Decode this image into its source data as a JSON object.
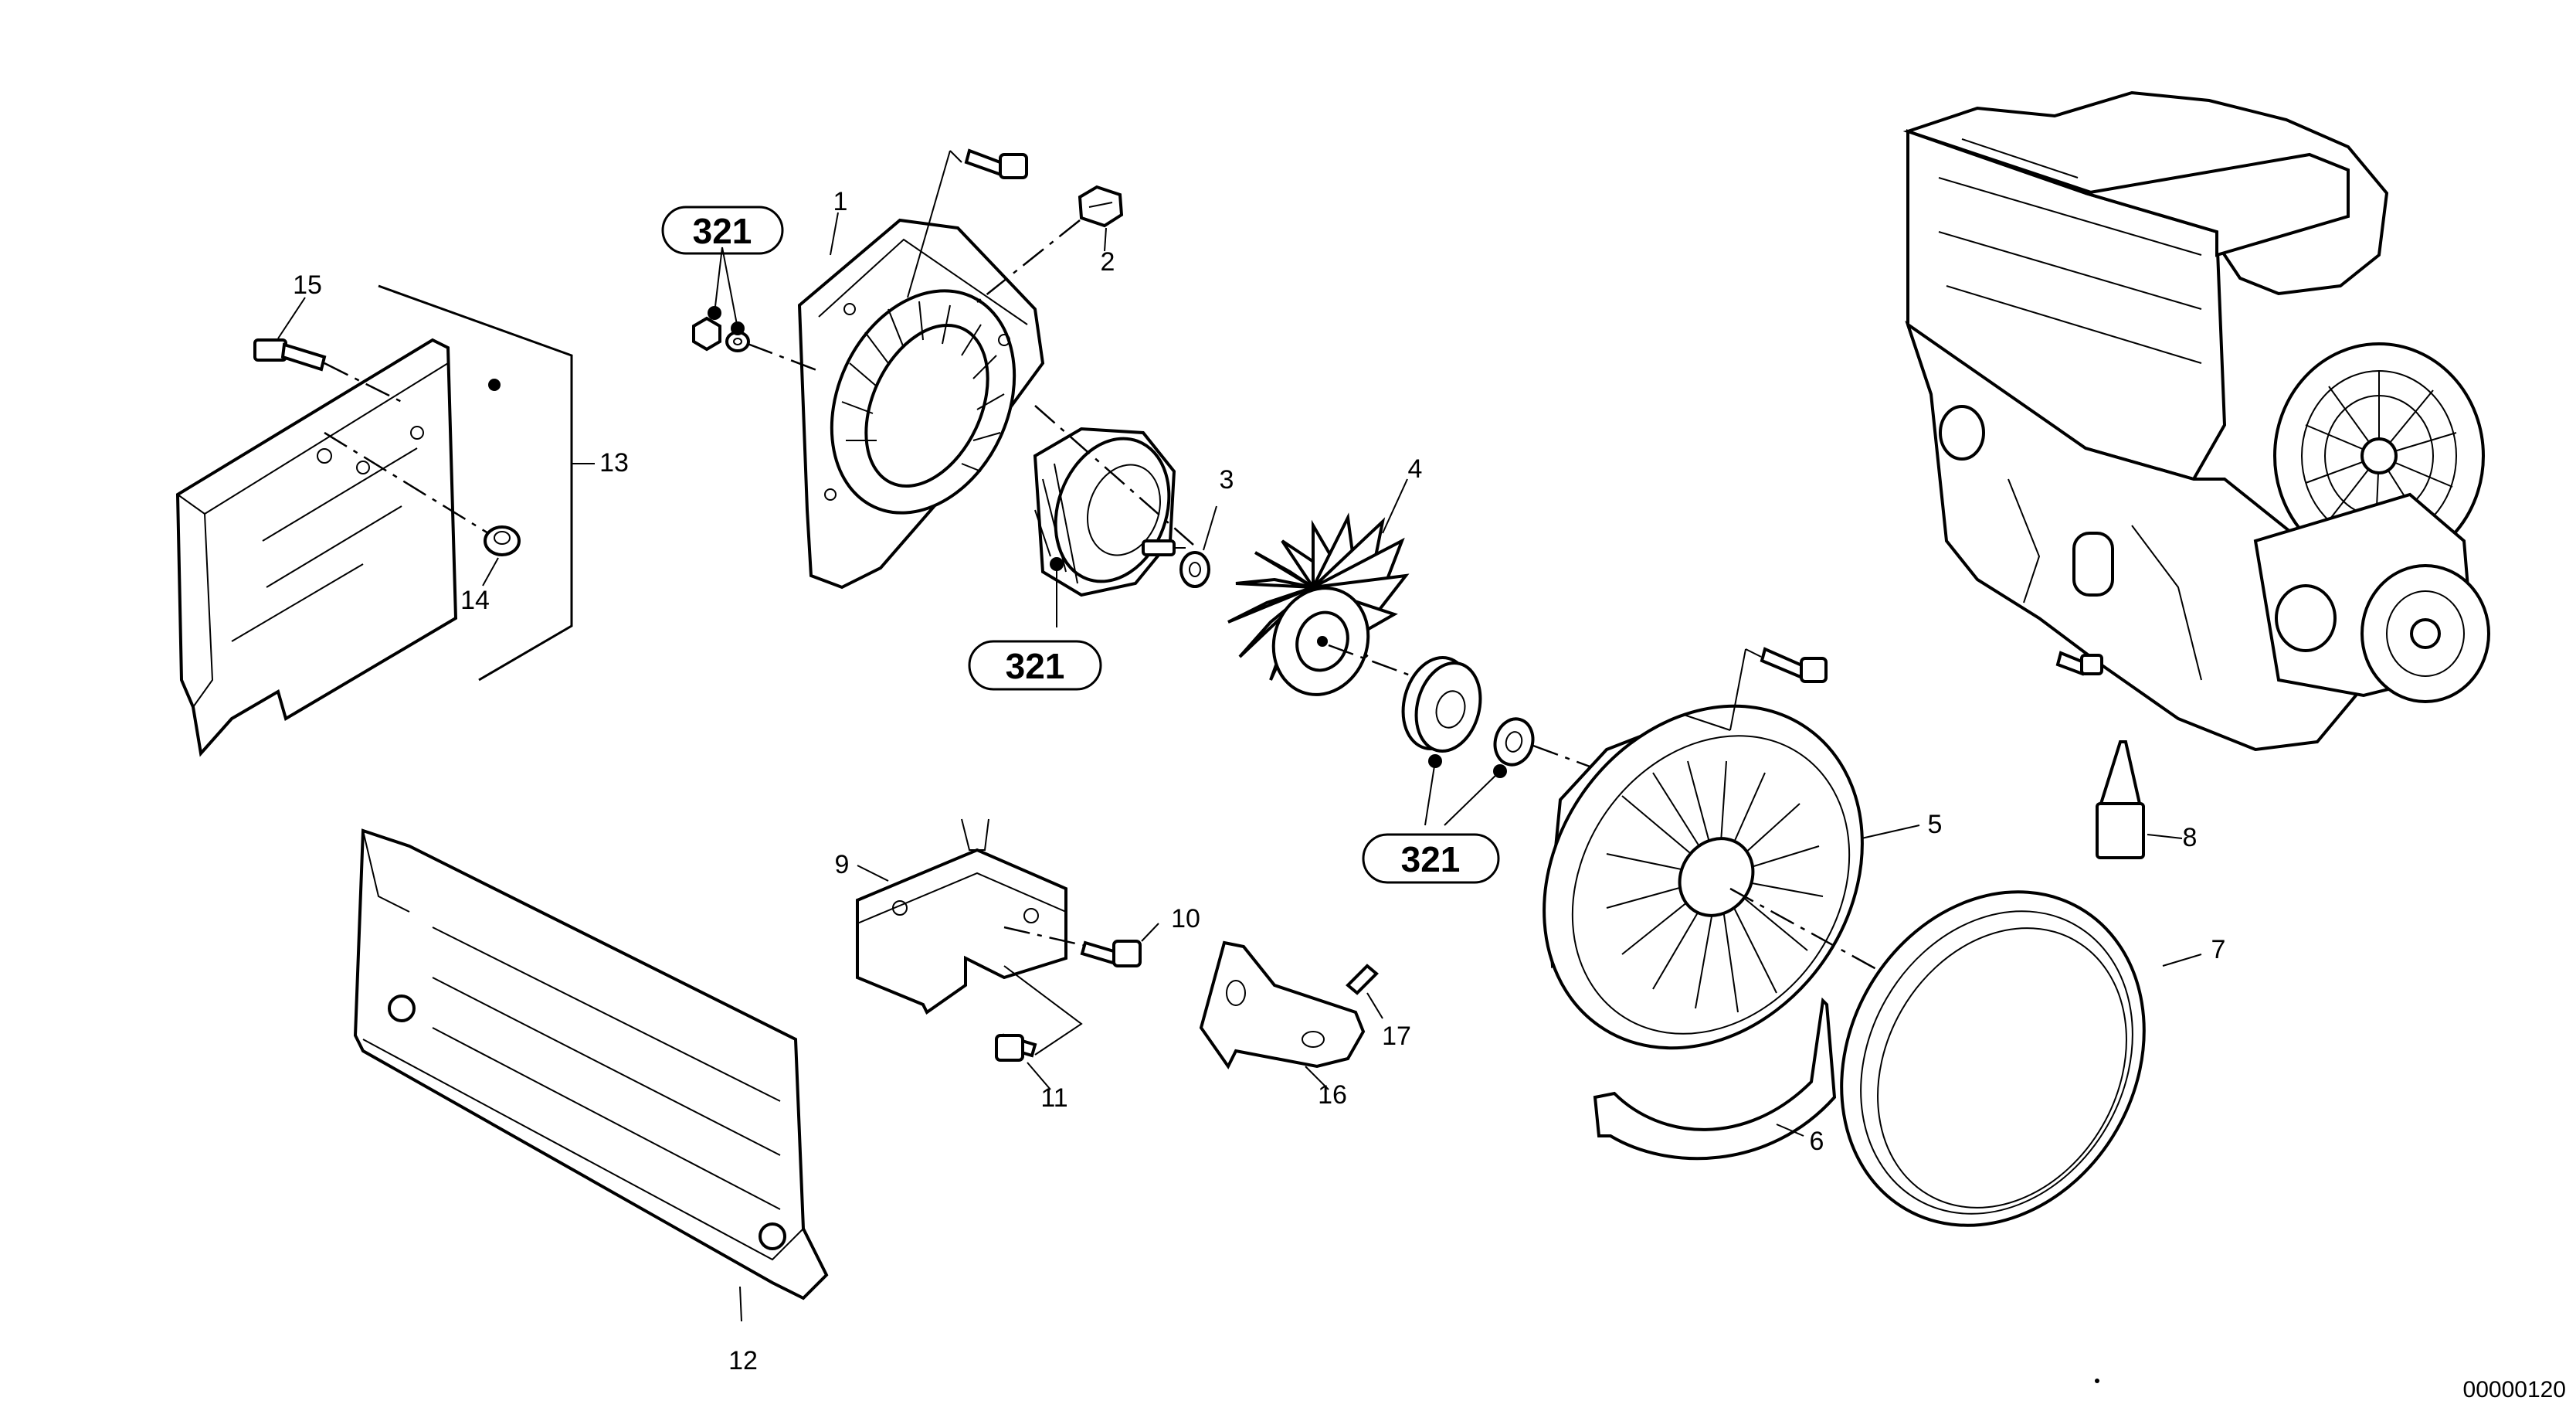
{
  "drawing": {
    "code": "00000120",
    "reference_label": "321",
    "callouts": [
      "1",
      "2",
      "3",
      "4",
      "5",
      "6",
      "7",
      "8",
      "9",
      "10",
      "11",
      "12",
      "13",
      "14",
      "15",
      "16",
      "17"
    ]
  }
}
